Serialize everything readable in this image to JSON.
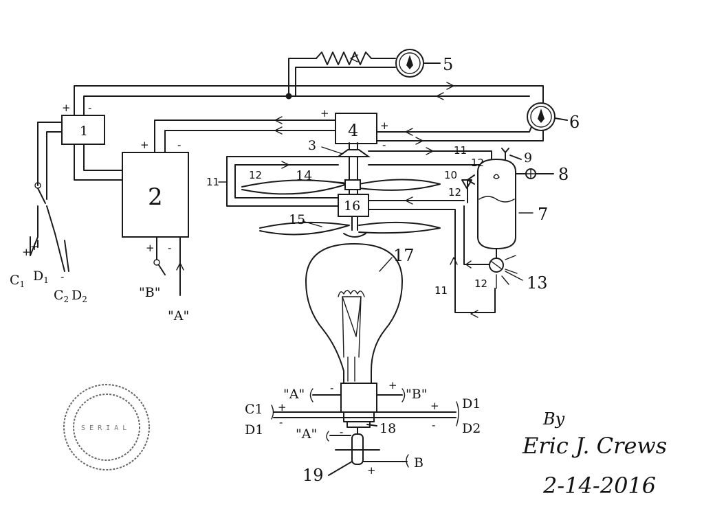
{
  "labels": {
    "n1": "1",
    "n2": "2",
    "n3": "3",
    "n4": "4",
    "n5": "5",
    "n6": "6",
    "n7": "7",
    "n8": "8",
    "n9": "9",
    "n10": "10",
    "n11": "11",
    "n12": "12",
    "n13": "13",
    "n14": "14",
    "n15": "15",
    "n16": "16",
    "n17": "17",
    "n18": "18",
    "n19": "19"
  },
  "signs": {
    "plus": "+",
    "minus": "-"
  },
  "terminals": {
    "c1": "C",
    "c1_sub": "1",
    "d1": "D",
    "d1_sub": "1",
    "c2": "C",
    "c2_sub": "2",
    "d2": "D",
    "d2_sub": "2",
    "a_quoted": "\"A\"",
    "b_quoted": "\"B\"",
    "a_bulb": "\"A\"",
    "b_bulb": "\"B\"",
    "a_lower": "\"A\"",
    "c1_bulb": "C1",
    "d1_bulb": "D1",
    "d1_right": "D1",
    "d2_right": "D2",
    "b_plain": "B"
  },
  "signature": {
    "by": "By",
    "name": "Eric J. Crews",
    "date": "2-14-2016"
  },
  "stamp": {
    "text": "S E R I A L"
  }
}
